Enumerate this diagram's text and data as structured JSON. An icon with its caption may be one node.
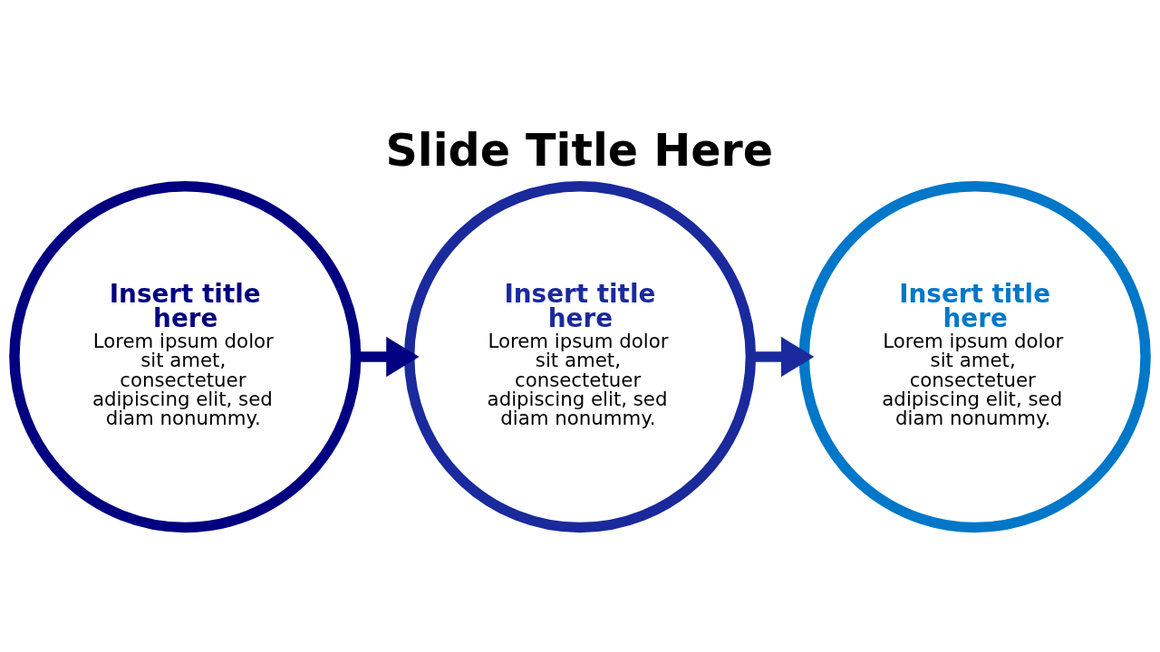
{
  "diagram": {
    "title": "Slide Title Here",
    "nodes": [
      {
        "text": [
          "Insert title here",
          "Lorem ipsum dolor sit amet, consectetuer adipiscing elit, sed diam nonummy."
        ]
      },
      {
        "text": [
          "Insert title here",
          "Lorem ipsum dolor sit amet, consectetuer adipiscing elit, sed diam nonummy."
        ]
      },
      {
        "text": [
          "Insert title here",
          "Lorem ipsum dolor sit amet, consectetuer adipiscing elit, sed diam nonummy."
        ]
      }
    ],
    "edges": [
      {
        "from": 0,
        "to": 1,
        "arrow": "to",
        "color": "#000080"
      },
      {
        "from": 1,
        "to": 2,
        "arrow": "to",
        "color": "#1a2a9c"
      }
    ]
  }
}
